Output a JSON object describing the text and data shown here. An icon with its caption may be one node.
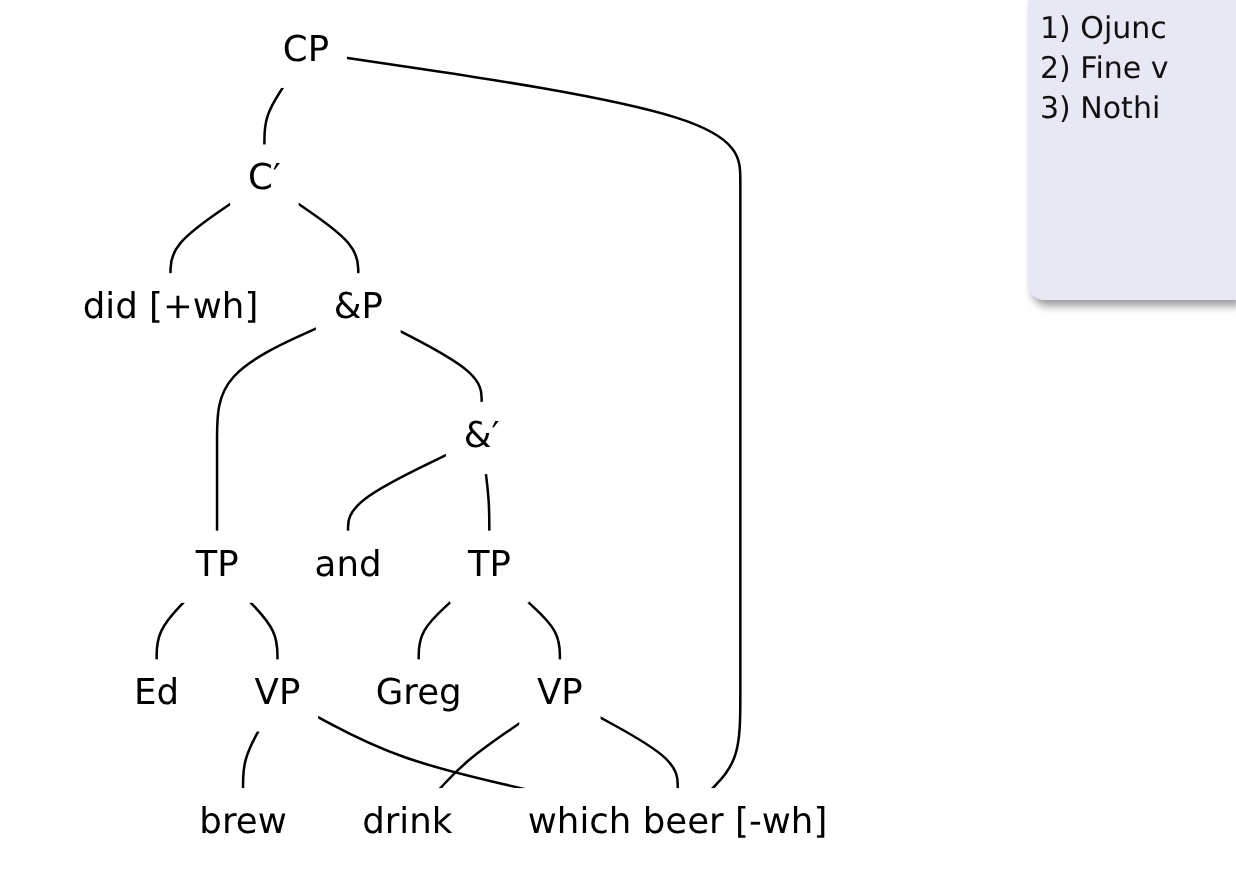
{
  "diagram": {
    "nodes": [
      {
        "text": [
          "CP"
        ]
      },
      {
        "text": [
          "C′"
        ]
      },
      {
        "text": [
          "did [+wh]"
        ]
      },
      {
        "text": [
          "&P"
        ]
      },
      {
        "text": [
          "TP"
        ]
      },
      {
        "text": [
          "&′"
        ]
      },
      {
        "text": [
          "Ed"
        ]
      },
      {
        "text": [
          "VP"
        ]
      },
      {
        "text": [
          "and"
        ]
      },
      {
        "text": [
          "TP"
        ]
      },
      {
        "text": [
          "brew"
        ]
      },
      {
        "text": [
          "Greg"
        ]
      },
      {
        "text": [
          "VP"
        ]
      },
      {
        "text": [
          "drink"
        ]
      },
      {
        "text": [
          "which beer [-wh]"
        ]
      }
    ],
    "edges": [
      {
        "from": 0,
        "to": 1,
        "arrow": "none"
      },
      {
        "from": 0,
        "to": 14,
        "arrow": "none"
      },
      {
        "from": 1,
        "to": 2,
        "arrow": "none"
      },
      {
        "from": 1,
        "to": 3,
        "arrow": "none"
      },
      {
        "from": 3,
        "to": 4,
        "arrow": "none"
      },
      {
        "from": 3,
        "to": 5,
        "arrow": "none"
      },
      {
        "from": 4,
        "to": 6,
        "arrow": "none"
      },
      {
        "from": 4,
        "to": 7,
        "arrow": "none"
      },
      {
        "from": 5,
        "to": 8,
        "arrow": "none"
      },
      {
        "from": 5,
        "to": 9,
        "arrow": "none"
      },
      {
        "from": 7,
        "to": 10,
        "arrow": "none"
      },
      {
        "from": 7,
        "to": 14,
        "arrow": "none"
      },
      {
        "from": 9,
        "to": 11,
        "arrow": "none"
      },
      {
        "from": 9,
        "to": 12,
        "arrow": "none"
      },
      {
        "from": 12,
        "to": 13,
        "arrow": "none"
      },
      {
        "from": 12,
        "to": 14,
        "arrow": "none"
      }
    ],
    "labels": [
      "1) Ojunc",
      "2) Fine v",
      "3) Nothi"
    ]
  }
}
